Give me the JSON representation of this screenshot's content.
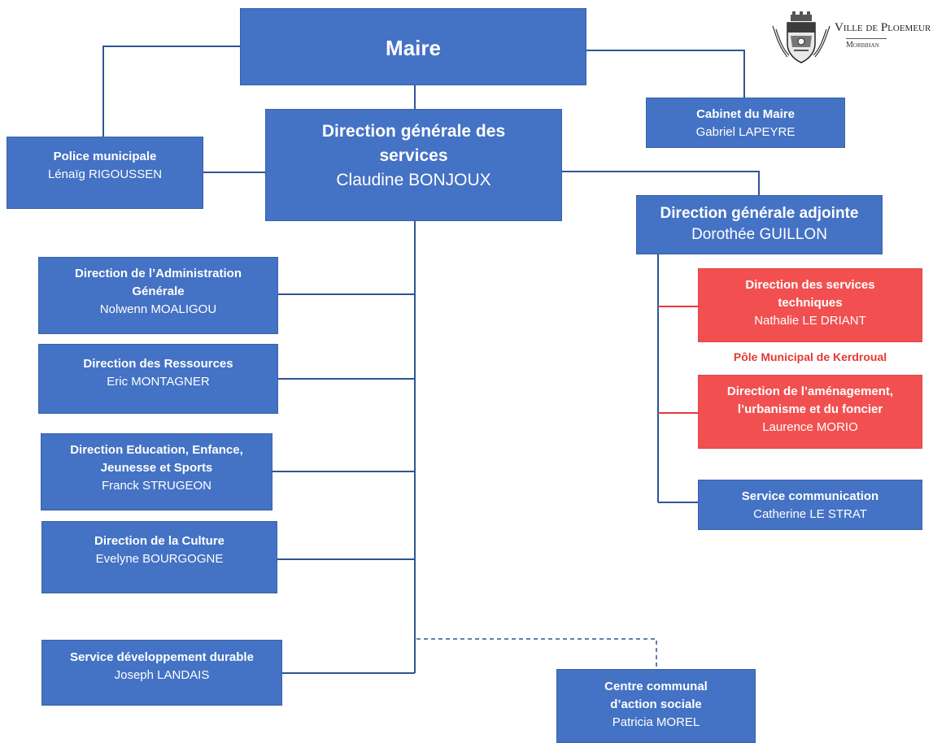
{
  "logo": {
    "city": "Ville de Ploemeur",
    "department": "Morbihan"
  },
  "nodes": {
    "maire": {
      "title": "Maire"
    },
    "cabinet": {
      "title": "Cabinet du Maire",
      "name": "Gabriel LAPEYRE"
    },
    "police": {
      "title": "Police municipale",
      "name": "Lénaïg RIGOUSSEN"
    },
    "dgs": {
      "title": "Direction générale des services",
      "name": "Claudine BONJOUX"
    },
    "dga": {
      "title": "Direction générale adjointe",
      "name": "Dorothée GUILLON"
    },
    "admin": {
      "title": "Direction de l’Administration Générale",
      "name": "Nolwenn MOALIGOU"
    },
    "ressources": {
      "title": "Direction des Ressources",
      "name": "Eric MONTAGNER"
    },
    "education": {
      "title": "Direction Education, Enfance, Jeunesse et Sports",
      "name": "Franck STRUGEON"
    },
    "culture": {
      "title": "Direction de la Culture",
      "name": "Evelyne BOURGOGNE"
    },
    "durable": {
      "title": "Service développement durable",
      "name": "Joseph LANDAIS"
    },
    "ccas": {
      "title": "Centre communal d’action sociale",
      "name": "Patricia MOREL"
    },
    "techniques": {
      "title": "Direction des services techniques",
      "name": "Nathalie LE DRIANT"
    },
    "pole": {
      "label": "Pôle Municipal de Kerdroual"
    },
    "amenagement": {
      "title": "Direction de l’aménagement, l’urbanisme et du foncier",
      "name": "Laurence MORIO"
    },
    "communication": {
      "title": "Service communication",
      "name": "Catherine LE STRAT"
    }
  },
  "colors": {
    "box": "#4472c4",
    "box_red": "#f25050",
    "pole_text": "#e53935",
    "line": "#2f5597",
    "line_red": "#e53935"
  }
}
